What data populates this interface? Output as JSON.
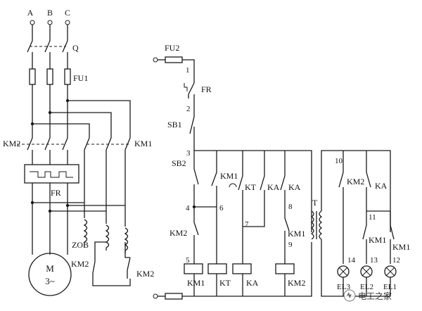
{
  "diagram": {
    "phases": [
      "A",
      "B",
      "C"
    ],
    "main_switch": "Q",
    "main_fuse": "FU1",
    "power_contactors": [
      "KM2",
      "KM1"
    ],
    "thermal_relay": "FR",
    "reactor": "ZOB",
    "reactor_contact": "KM2",
    "shorting_contact": "KM2",
    "motor": {
      "name": "M",
      "rating": "3~"
    },
    "control": {
      "fuse": "FU2",
      "overload_contact": "FR",
      "stop_button": "SB1",
      "start_button": "SB2",
      "aux_contacts": [
        "KM1",
        "KT",
        "KA",
        "KA",
        "KM2",
        "KM1",
        "KM2",
        "KA",
        "KM1",
        "KM1"
      ],
      "node_numbers": [
        "1",
        "2",
        "3",
        "4",
        "5",
        "6",
        "7",
        "8",
        "9",
        "10",
        "11",
        "12",
        "13",
        "14"
      ],
      "coils": [
        "KM1",
        "KT",
        "KA",
        "KM2"
      ],
      "transformer": "T",
      "lamps": [
        "EL3",
        "EL2",
        "EL1"
      ]
    }
  },
  "watermark": "电工之家"
}
